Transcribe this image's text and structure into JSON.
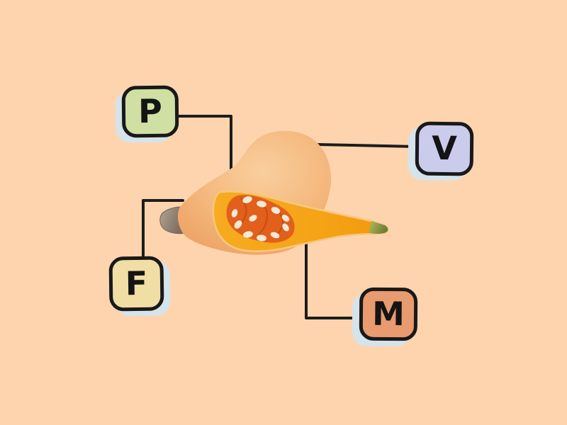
{
  "background_color": "#FED4AF",
  "line_color": "#1C1C1C",
  "shadow_color": "#D5E3EB",
  "labels": {
    "p": {
      "letter": "P",
      "fill": "#CFE0A2"
    },
    "v": {
      "letter": "V",
      "fill": "#CBCBEC"
    },
    "f": {
      "letter": "F",
      "fill": "#F1DEA5"
    },
    "m": {
      "letter": "M",
      "fill": "#E89B6E"
    }
  },
  "illustration": {
    "name": "butternut-squash",
    "body_color": "#F3B379",
    "body_highlight": "#F9CF9E",
    "body_shade": "#EC9F60",
    "flesh_color": "#F5A71E",
    "rind_edge_color": "#F8C77F",
    "seed_cavity_color": "#E2601B",
    "seed_fiber_color": "#C34A0E",
    "seed_color": "#F2E9D8",
    "stem_color": "#A3937F",
    "tip_color": "#8C9A40"
  }
}
